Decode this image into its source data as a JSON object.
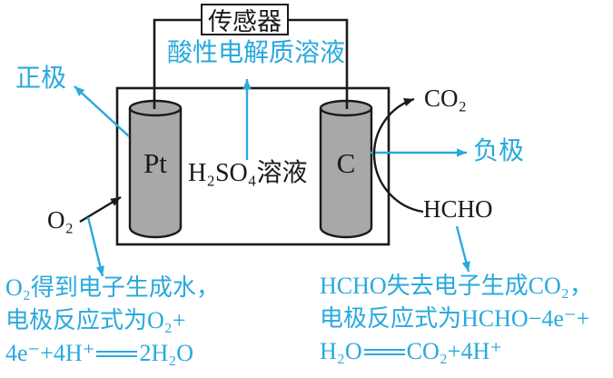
{
  "colors": {
    "accent_cyan": "#29a9de",
    "ink_black": "#1a1a1a",
    "electrode_gray": "#a8a8a8"
  },
  "sensor": {
    "label": "传感器"
  },
  "cell": {
    "electrolyte_label": "酸性电解质溶液",
    "solution_label": "H₂SO₄溶液",
    "left_electrode": "Pt",
    "right_electrode": "C"
  },
  "annotations": {
    "positive_electrode": "正极",
    "negative_electrode": "负极",
    "oxygen": "O₂",
    "carbon_dioxide": "CO₂",
    "formaldehyde": "HCHO"
  },
  "notes": {
    "left": {
      "line1": "O₂得到电子生成水，",
      "line2": "电极反应式为O₂+",
      "line3_before_equals": "4e⁻+4H⁺",
      "line3_after_equals": "2H₂O"
    },
    "right": {
      "line1": "HCHO失去电子生成CO₂，",
      "line2": "电极反应式为HCHO−4e⁻+",
      "line3_before_equals": "H₂O",
      "line3_after_equals": "CO₂+4H⁺"
    }
  }
}
